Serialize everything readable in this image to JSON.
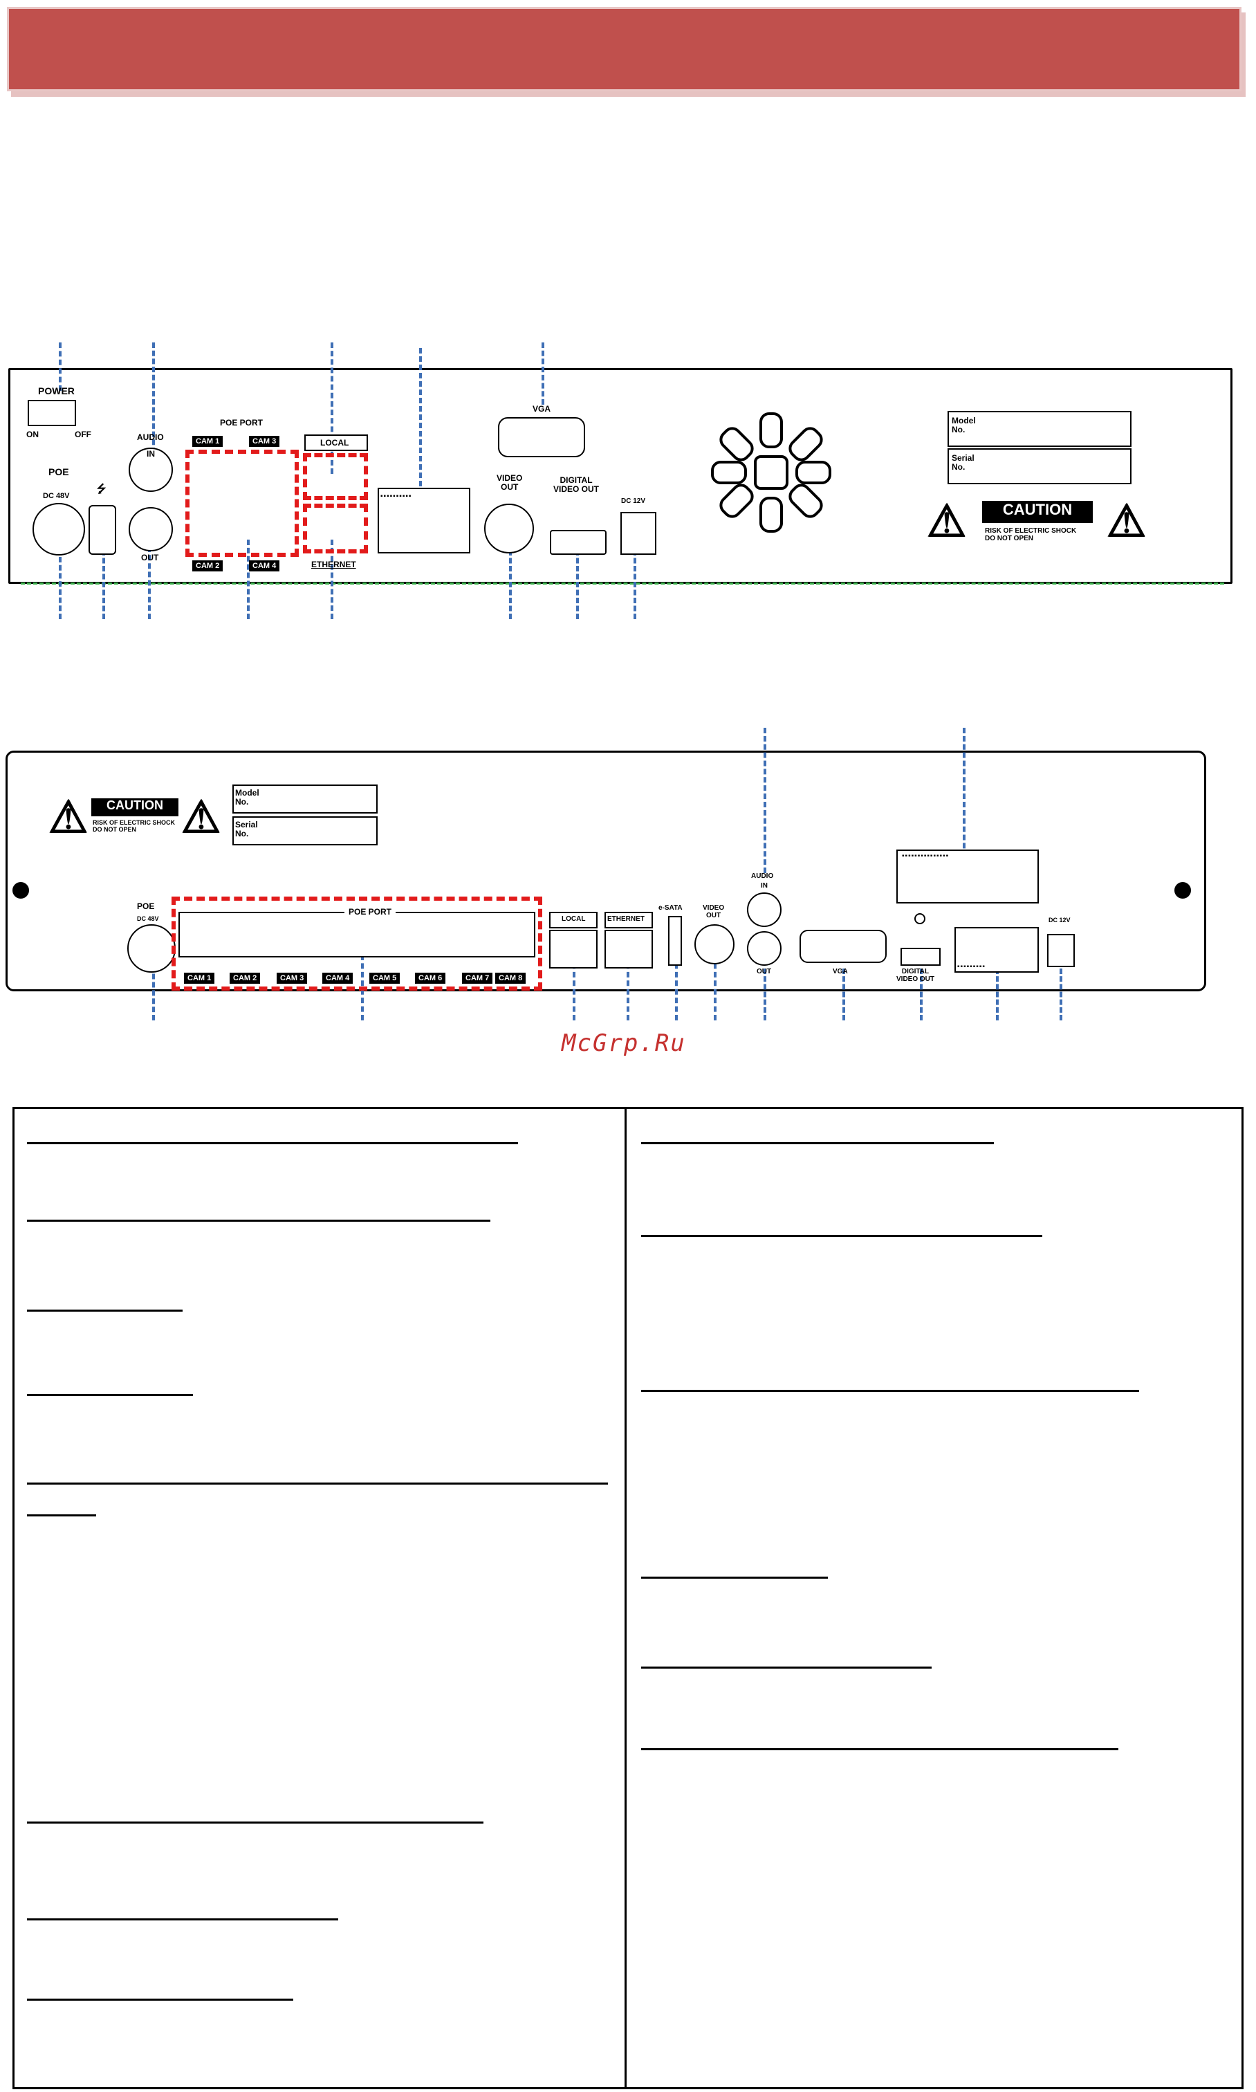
{
  "watermark": "McGrp.Ru",
  "panel1": {
    "power": "POWER",
    "on": "ON",
    "off": "OFF",
    "poe": "POE",
    "dc48": "DC 48V",
    "audio": "AUDIO",
    "audio_in": "IN",
    "audio_out": "OUT",
    "poe_port": "POE PORT",
    "cams_top": [
      "CAM 1",
      "CAM 3"
    ],
    "cams_bottom": [
      "CAM 2",
      "CAM 4"
    ],
    "local": "LOCAL",
    "ethernet": "ETHERNET",
    "vga": "VGA",
    "video_out": "VIDEO\nOUT",
    "digital_video_out": "DIGITAL\nVIDEO OUT",
    "dc12": "DC 12V",
    "model": "Model\nNo.",
    "serial": "Serial\nNo.",
    "caution": "CAUTION",
    "caution_text": "RISK OF ELECTRIC SHOCK\nDO NOT OPEN"
  },
  "panel2": {
    "caution": "CAUTION",
    "caution_text": "RISK OF ELECTRIC SHOCK\nDO NOT OPEN",
    "model": "Model\nNo.",
    "serial": "Serial\nNo.",
    "poe": "POE",
    "dc48": "DC 48V",
    "poe_port": "POE PORT",
    "cams": [
      "CAM 1",
      "CAM 2",
      "CAM 3",
      "CAM 4",
      "CAM 5",
      "CAM 6",
      "CAM 7",
      "CAM 8"
    ],
    "local": "LOCAL",
    "ethernet": "ETHERNET",
    "esata": "e-SATA",
    "video_out": "VIDEO\nOUT",
    "audio": "AUDIO",
    "audio_in": "IN",
    "audio_out": "OUT",
    "vga": "VGA",
    "digital_video_out": "DIGITAL\nVIDEO OUT",
    "dc12": "DC 12V"
  },
  "colors": {
    "header": "#c0504d",
    "dash": "#3f6fb5",
    "highlight": "#e21b1b",
    "watermark": "#c5302e"
  }
}
